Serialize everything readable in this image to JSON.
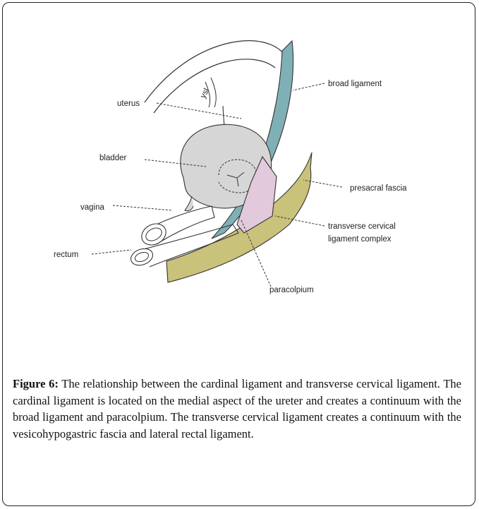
{
  "figure": {
    "labels": {
      "broad_ligament": "broad ligament",
      "uterus": "uterus",
      "bladder": "bladder",
      "presacral_fascia": "presacral fascia",
      "vagina": "vagina",
      "transverse_cervical_1": "transverse cervical",
      "transverse_cervical_2": "ligament  complex",
      "rectum": "rectum",
      "paracolpium": "paracolpium",
      "ureter_handwriting": "ysl"
    },
    "colors": {
      "broad_ligament": "#7fb0b6",
      "bladder": "#d6d6d6",
      "pink_ligament": "#e2c9dc",
      "olive_fascia": "#c9c27a",
      "line": "#333333"
    }
  },
  "caption": {
    "label": "Figure 6:",
    "text": " The relationship between the cardinal ligament and transverse cervical ligament. The cardinal ligament is located on the medial aspect of the ureter and creates a continuum with the broad ligament and paracolpium. The transverse cervical ligament creates a continuum with the vesicohypogastric fascia and lateral rectal ligament."
  }
}
